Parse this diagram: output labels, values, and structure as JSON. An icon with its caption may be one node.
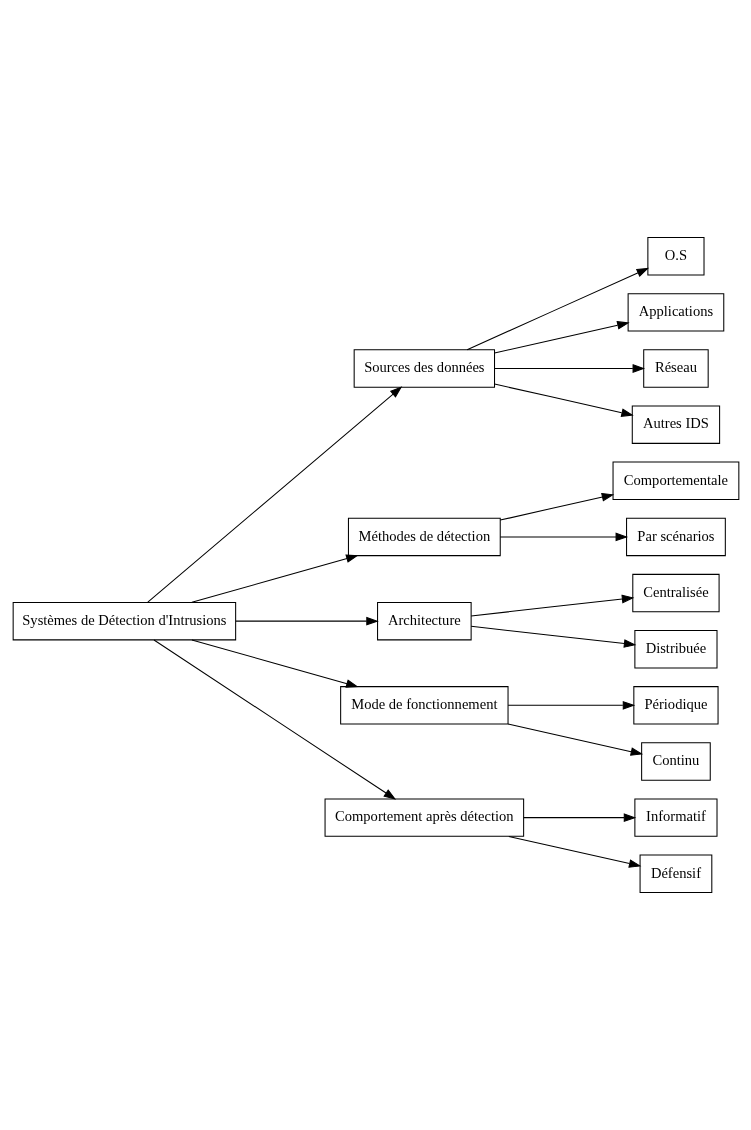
{
  "diagram": {
    "nodes": [
      {
        "text": [
          "Systèmes de Détection d'Intrusions"
        ]
      },
      {
        "text": [
          "Sources des données"
        ]
      },
      {
        "text": [
          "O.S"
        ]
      },
      {
        "text": [
          "Applications"
        ]
      },
      {
        "text": [
          "Réseau"
        ]
      },
      {
        "text": [
          "Autres IDS"
        ]
      },
      {
        "text": [
          "Méthodes de détection"
        ]
      },
      {
        "text": [
          "Comportementale"
        ]
      },
      {
        "text": [
          "Par scénarios"
        ]
      },
      {
        "text": [
          "Architecture"
        ]
      },
      {
        "text": [
          "Centralisée"
        ]
      },
      {
        "text": [
          "Distribuée"
        ]
      },
      {
        "text": [
          "Mode de fonctionnement"
        ]
      },
      {
        "text": [
          "Périodique"
        ]
      },
      {
        "text": [
          "Continu"
        ]
      },
      {
        "text": [
          "Comportement après détection"
        ]
      },
      {
        "text": [
          "Informatif"
        ]
      },
      {
        "text": [
          "Défensif"
        ]
      }
    ],
    "edges": [
      {
        "from": 0,
        "to": 1,
        "arrow": "to"
      },
      {
        "from": 0,
        "to": 6,
        "arrow": "to"
      },
      {
        "from": 0,
        "to": 9,
        "arrow": "to"
      },
      {
        "from": 0,
        "to": 12,
        "arrow": "to"
      },
      {
        "from": 0,
        "to": 15,
        "arrow": "to"
      },
      {
        "from": 1,
        "to": 2,
        "arrow": "to"
      },
      {
        "from": 1,
        "to": 3,
        "arrow": "to"
      },
      {
        "from": 1,
        "to": 4,
        "arrow": "to"
      },
      {
        "from": 1,
        "to": 5,
        "arrow": "to"
      },
      {
        "from": 6,
        "to": 7,
        "arrow": "to"
      },
      {
        "from": 6,
        "to": 8,
        "arrow": "to"
      },
      {
        "from": 9,
        "to": 10,
        "arrow": "to"
      },
      {
        "from": 9,
        "to": 11,
        "arrow": "to"
      },
      {
        "from": 12,
        "to": 13,
        "arrow": "to"
      },
      {
        "from": 12,
        "to": 14,
        "arrow": "to"
      },
      {
        "from": 15,
        "to": 16,
        "arrow": "to"
      },
      {
        "from": 15,
        "to": 17,
        "arrow": "to"
      }
    ]
  }
}
